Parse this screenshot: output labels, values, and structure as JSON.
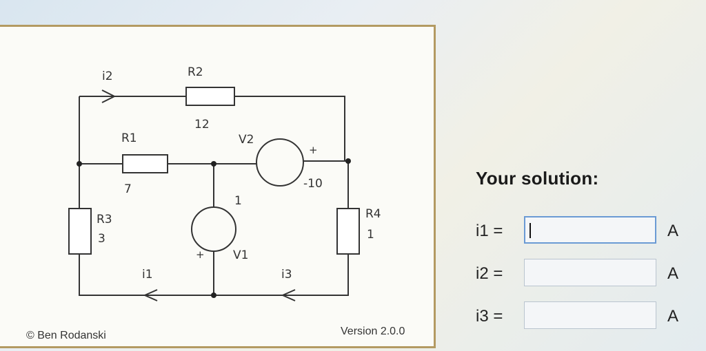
{
  "circuit": {
    "labels": {
      "i2": "i2",
      "R2": "R2",
      "R2_value": "12",
      "R1": "R1",
      "R1_value": "7",
      "V2": "V2",
      "V2_value": "-10",
      "V2_plus": "+",
      "V1": "V1",
      "V1_value": "1",
      "V1_plus": "+",
      "R3": "R3",
      "R3_value": "3",
      "R4": "R4",
      "R4_value": "1",
      "i1": "i1",
      "i3": "i3"
    }
  },
  "footer": {
    "copyright": "© Ben Rodanski",
    "version": "Version 2.0.0"
  },
  "solution": {
    "title": "Your solution:",
    "rows": [
      {
        "label": "i1 =",
        "value": "",
        "unit": "A"
      },
      {
        "label": "i2 =",
        "value": "",
        "unit": "A"
      },
      {
        "label": "i3 =",
        "value": "",
        "unit": "A"
      }
    ]
  }
}
